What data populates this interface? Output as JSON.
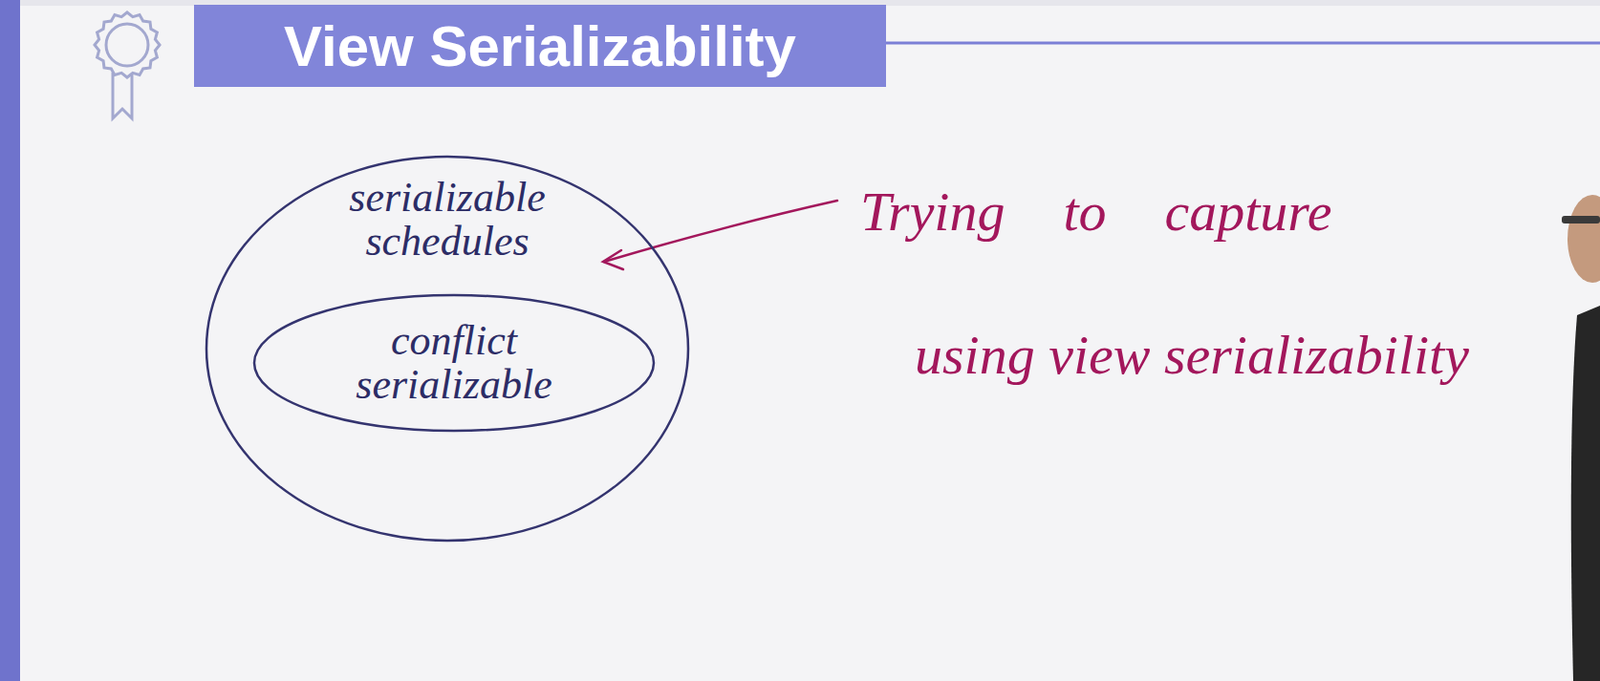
{
  "diagram": {
    "title": "View Serializability",
    "nodes": [
      {
        "text": [
          "serializable schedules"
        ]
      },
      {
        "text": [
          "conflict serializable"
        ],
        "in": 0
      }
    ],
    "labels": [
      "Trying to capture using view serializability"
    ]
  }
}
